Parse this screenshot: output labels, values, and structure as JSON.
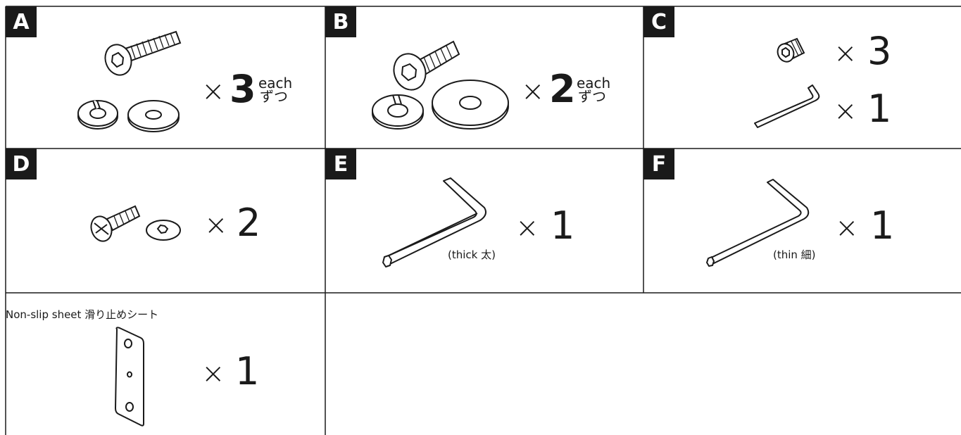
{
  "parts": [
    {
      "letter": "A",
      "times": "×",
      "qty": "3",
      "each_en": "each",
      "each_jp": "ずつ"
    },
    {
      "letter": "B",
      "times": "×",
      "qty": "2",
      "each_en": "each",
      "each_jp": "ずつ"
    },
    {
      "letter": "C",
      "times_1": "×",
      "qty_1": "3",
      "times_2": "×",
      "qty_2": "1"
    },
    {
      "letter": "D",
      "times": "×",
      "qty": "2"
    },
    {
      "letter": "E",
      "times": "×",
      "qty": "1",
      "caption": "(thick 太)"
    },
    {
      "letter": "F",
      "times": "×",
      "qty": "1",
      "caption": "(thin 細)"
    }
  ],
  "sheet": {
    "label": "Non-slip sheet 滑り止めシート",
    "times": "×",
    "qty": "1"
  },
  "icons": [
    "socket-bolt-icon",
    "split-washer-icon",
    "flat-washer-icon",
    "set-screw-icon",
    "hex-key-icon",
    "truss-screw-icon",
    "toothed-washer-icon",
    "non-slip-sheet-icon"
  ]
}
